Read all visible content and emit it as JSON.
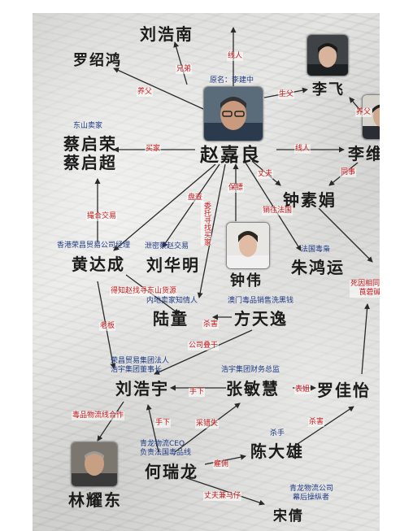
{
  "characters": {
    "liu_haonan": "刘浩南",
    "luo_shaohong": "罗绍鸿",
    "li_fei": "李飞",
    "cai_qirong": "蔡启荣",
    "cai_qichao": "蔡启超",
    "zhao_jialiang": "赵嘉良",
    "li_weimin": "李维民",
    "zhong_sujuan": "钟素娟",
    "huang_dacheng": "黄达成",
    "liu_huaming": "刘华明",
    "zhong_wei": "钟伟",
    "zhu_hongyun": "朱鸿运",
    "lu_tong": "陆童",
    "fang_tianyi": "方天逸",
    "liu_haoyu": "刘浩宇",
    "zhang_minhui": "张敏慧",
    "luo_jiayi": "罗佳怡",
    "chen_daxiong": "陈大雄",
    "he_ruilong": "何瑞龙",
    "lin_yaodong": "林耀东",
    "song_qian": "宋倩"
  },
  "descriptions": {
    "zhao_original_name": "原名：李建中",
    "cai_dongshan": "东山卖家",
    "huang_hk": "香港荣昌贸易公司经理",
    "liu_huaming_leak": "泄密蔡赵交易",
    "zhu_france": "法国毒枭",
    "lu_tong_insider": "内地卖家知情人",
    "fang_macau": "澳门毒品销售洗黑钱",
    "liu_haoyu_title1": "荣昌贸易集团法人",
    "liu_haoyu_title2": "浩宇集团董事长",
    "zhang_cfo": "浩宇集团财务总监",
    "chen_killer": "杀手",
    "he_title1": "青龙物流CEO",
    "he_title2": "负责法国毒品线",
    "song_title1": "青龙物流公司",
    "song_title2": "幕后操纵者"
  },
  "relations": {
    "brother": "兄弟",
    "informant_top": "线人",
    "adoptive_father": "养父",
    "student": "生父",
    "adoptive_father2": "养父",
    "buyer": "买家",
    "informant_right": "线人",
    "husband": "丈夫",
    "colleague": "同事",
    "investigate": "盘查",
    "entrust_find_buyer": "委托寻找买家",
    "protect": "保镖",
    "sold_to_france": "销往法国",
    "cooperate_trade": "撮合交易",
    "learned_zhao": "得知赵找寻东山货源",
    "kill": "杀害",
    "boss": "老板",
    "company_laundering": "公司叠干",
    "subordinate": "手下",
    "sister_in_law": "表姐",
    "dead_cause": "死因相同 东莨菪碱",
    "logistics_coop": "毒品物流线合作",
    "subordinate2": "手下",
    "embezzle": "采错失",
    "hire": "雇佣",
    "murder": "杀害",
    "husband_horse": "丈夫兼马仔"
  },
  "portraits": {
    "zhao": "portrait-zhao-jialiang",
    "li_fei": "portrait-li-fei",
    "li_weimin": "portrait-li-weimin",
    "zhong_wei": "portrait-zhong-wei",
    "lin_yaodong": "portrait-lin-yaodong"
  },
  "colors": {
    "arrow": "#2a2a2a",
    "relation_text": "#c81a1a",
    "description_text": "#1f3a82",
    "name_text": "#1b1b1b"
  }
}
